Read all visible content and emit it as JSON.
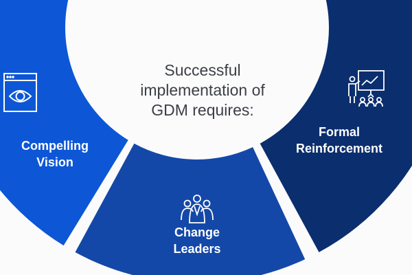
{
  "title_lines": [
    "Successful",
    "implementation of",
    "GDM requires:"
  ],
  "segments": [
    {
      "label_lines": [
        "Compelling",
        "Vision"
      ],
      "icon": "eye-window-icon",
      "color": "#0d57d6"
    },
    {
      "label_lines": [
        "Change",
        "Leaders"
      ],
      "icon": "team-group-icon",
      "color": "#1448a8"
    },
    {
      "label_lines": [
        "Formal",
        "Reinforcement"
      ],
      "icon": "presentation-icon",
      "color": "#0b2e6e"
    }
  ]
}
